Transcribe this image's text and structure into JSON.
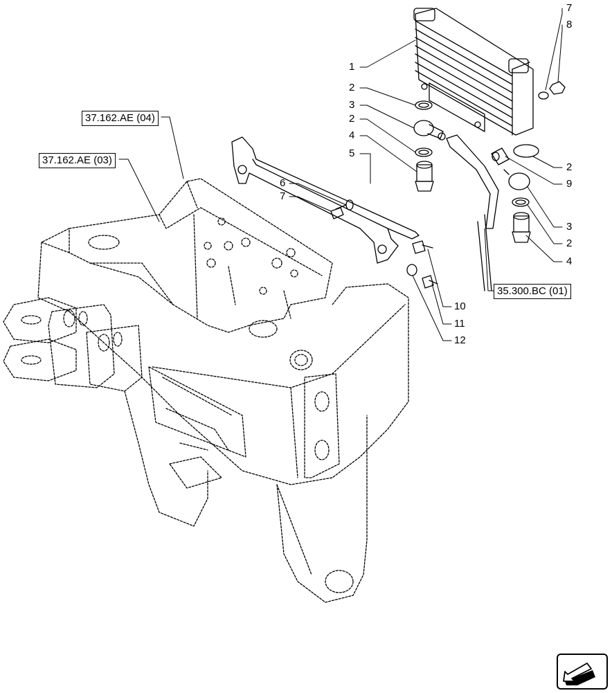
{
  "references": [
    {
      "id": "ref-37-162-ae-04",
      "label": "37.162.AE (04)"
    },
    {
      "id": "ref-37-162-ae-03",
      "label": "37.162.AE (03)"
    },
    {
      "id": "ref-35-300-bc-01",
      "label": "35.300.BC (01)"
    }
  ],
  "callouts": {
    "c1": "1",
    "c2a": "2",
    "c3a": "3",
    "c2b": "2",
    "c4a": "4",
    "c5": "5",
    "c6": "6",
    "c7a": "7",
    "c7b": "7",
    "c8": "8",
    "c2c": "2",
    "c9": "9",
    "c3b": "3",
    "c2d": "2",
    "c4b": "4",
    "c10": "10",
    "c11": "11",
    "c12": "12"
  },
  "nav_icon": "next-page-arrow-icon"
}
